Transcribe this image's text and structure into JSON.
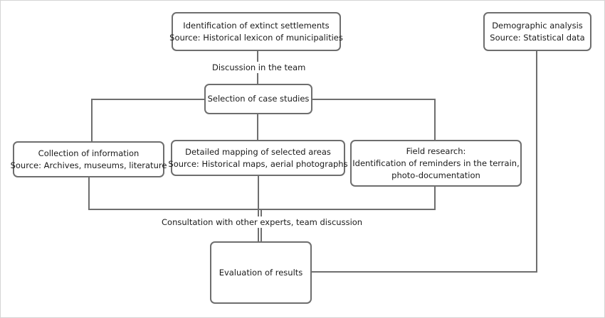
{
  "nodes": {
    "extinct": {
      "line1": "Identification of extinct settlements",
      "line2": "Source: Historical lexicon of municipalities"
    },
    "demographic": {
      "line1": "Demographic analysis",
      "line2": "Source: Statistical data"
    },
    "selection": {
      "line1": "Selection of case studies"
    },
    "collection": {
      "line1": "Collection of information",
      "line2": "Source: Archives, museums, literature"
    },
    "mapping": {
      "line1": "Detailed mapping of selected areas",
      "line2": "Source: Historical maps, aerial photographs"
    },
    "field": {
      "line1": "Field research:",
      "line2": "Identification of reminders in the terrain,",
      "line3": "photo-documentation"
    },
    "evaluation": {
      "line1": "Evaluation of results"
    }
  },
  "edge_labels": {
    "discussion": "Discussion in the team",
    "consultation": "Consultation with other experts, team discussion"
  },
  "colors": {
    "stroke": "#6e6e6e",
    "text": "#1a1a1a",
    "frame": "#d4d4d4"
  }
}
